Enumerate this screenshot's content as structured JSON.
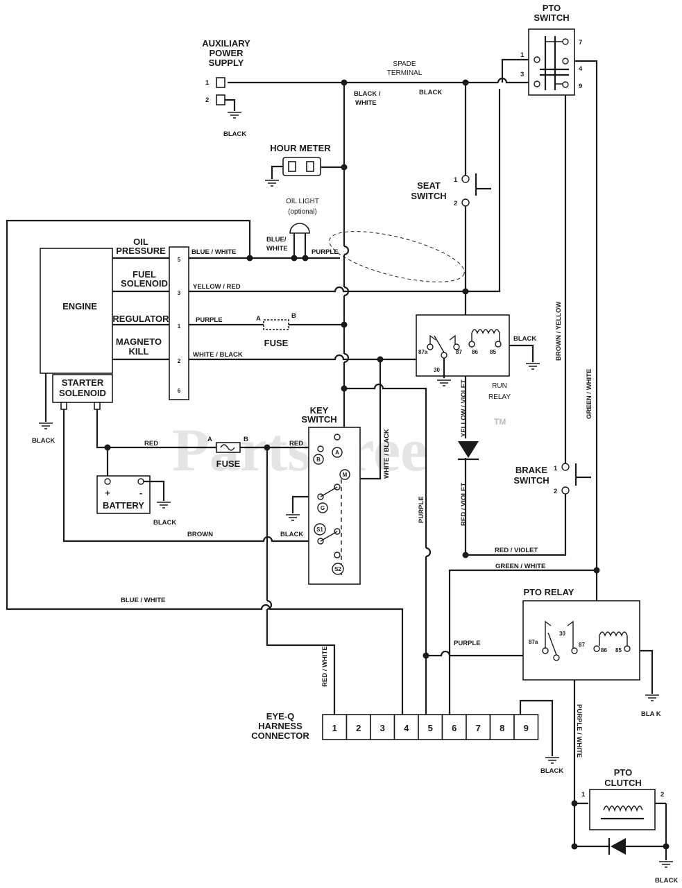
{
  "watermark": "PartsTree",
  "watermark_tm": "TM",
  "components": {
    "aux_power": {
      "title_l1": "AUXILIARY",
      "title_l2": "POWER",
      "title_l3": "SUPPLY",
      "pin1": "1",
      "pin2": "2",
      "ground": "BLACK"
    },
    "pto_switch": {
      "title_l1": "PTO",
      "title_l2": "SWITCH",
      "p1": "1",
      "p3": "3",
      "p7": "7",
      "p4": "4",
      "p9": "9"
    },
    "spade": {
      "l1": "SPADE",
      "l2": "TERMINAL"
    },
    "hour_meter": {
      "title": "HOUR METER"
    },
    "oil_light": {
      "l1": "OIL LIGHT",
      "l2": "(optional)"
    },
    "seat_switch": {
      "l1": "SEAT",
      "l2": "SWITCH",
      "p1": "1",
      "p2": "2"
    },
    "engine": {
      "title": "ENGINE",
      "oil_l1": "OIL",
      "oil_l2": "PRESSURE",
      "fuel_l1": "FUEL",
      "fuel_l2": "SOLENOID",
      "regulator": "REGULATOR",
      "mag_l1": "MAGNETO",
      "mag_l2": "KILL",
      "starter_l1": "STARTER",
      "starter_l2": "SOLENOID",
      "ground": "BLACK"
    },
    "connector": {
      "pins": [
        "5",
        "3",
        "1",
        "2",
        "6"
      ]
    },
    "fuse1": {
      "title": "FUSE",
      "a": "A",
      "b": "B"
    },
    "fuse2": {
      "title": "FUSE",
      "a": "A",
      "b": "B"
    },
    "run_relay": {
      "l1": "RUN",
      "l2": "RELAY",
      "p87a": "87a",
      "p87": "87",
      "p86": "86",
      "p85": "85",
      "p30": "30",
      "ground": "BLACK"
    },
    "key_switch": {
      "l1": "KEY",
      "l2": "SWITCH",
      "terms": [
        "A",
        "B",
        "M",
        "G",
        "S1",
        "S2"
      ],
      "ground": "BLACK"
    },
    "battery": {
      "title": "BATTERY",
      "plus": "+",
      "minus": "-",
      "ground": "BLACK"
    },
    "brake_switch": {
      "l1": "BRAKE",
      "l2": "SWITCH",
      "p1": "1",
      "p2": "2"
    },
    "pto_relay": {
      "title": "PTO RELAY",
      "p87a": "87a",
      "p30": "30",
      "p87": "87",
      "p86": "86",
      "p85": "85",
      "ground": "BLA  K"
    },
    "harness": {
      "l1": "EYE-Q",
      "l2": "HARNESS",
      "l3": "CONNECTOR",
      "pins": [
        "1",
        "2",
        "3",
        "4",
        "5",
        "6",
        "7",
        "8",
        "9"
      ],
      "ground": "BLACK"
    },
    "pto_clutch": {
      "l1": "PTO",
      "l2": "CLUTCH",
      "p1": "1",
      "p2": "2",
      "ground": "BLACK"
    }
  },
  "wire_labels": {
    "black_white_top_l1": "BLACK /",
    "black_white_top_l2": "WHITE",
    "black_top": "BLACK",
    "blue_white_oil": "BLUE / WHITE",
    "blue_white_light_l1": "BLUE/",
    "blue_white_light_l2": "WHITE",
    "purple_light": "PURPLE",
    "yellow_red": "YELLOW / RED",
    "purple_reg": "PURPLE",
    "white_black_mag": "WHITE / BLACK",
    "red_batt": "RED",
    "red_key": "RED",
    "brown": "BROWN",
    "blue_white_bottom": "BLUE / WHITE",
    "white_black_vert": "WHITE / BLACK",
    "purple_vert": "PURPLE",
    "yellow_violet": "YELLOW / VIOLET",
    "red_violet_vert": "RED / VIOLET",
    "red_violet_h": "RED / VIOLET",
    "brown_yellow": "BROWN / YELLOW",
    "green_white_vert": "GREEN / WHITE",
    "green_white_h": "GREEN / WHITE",
    "purple_pto": "PURPLE",
    "red_white": "RED / WHITE",
    "purple_white": "PURPLE / WHITE"
  }
}
